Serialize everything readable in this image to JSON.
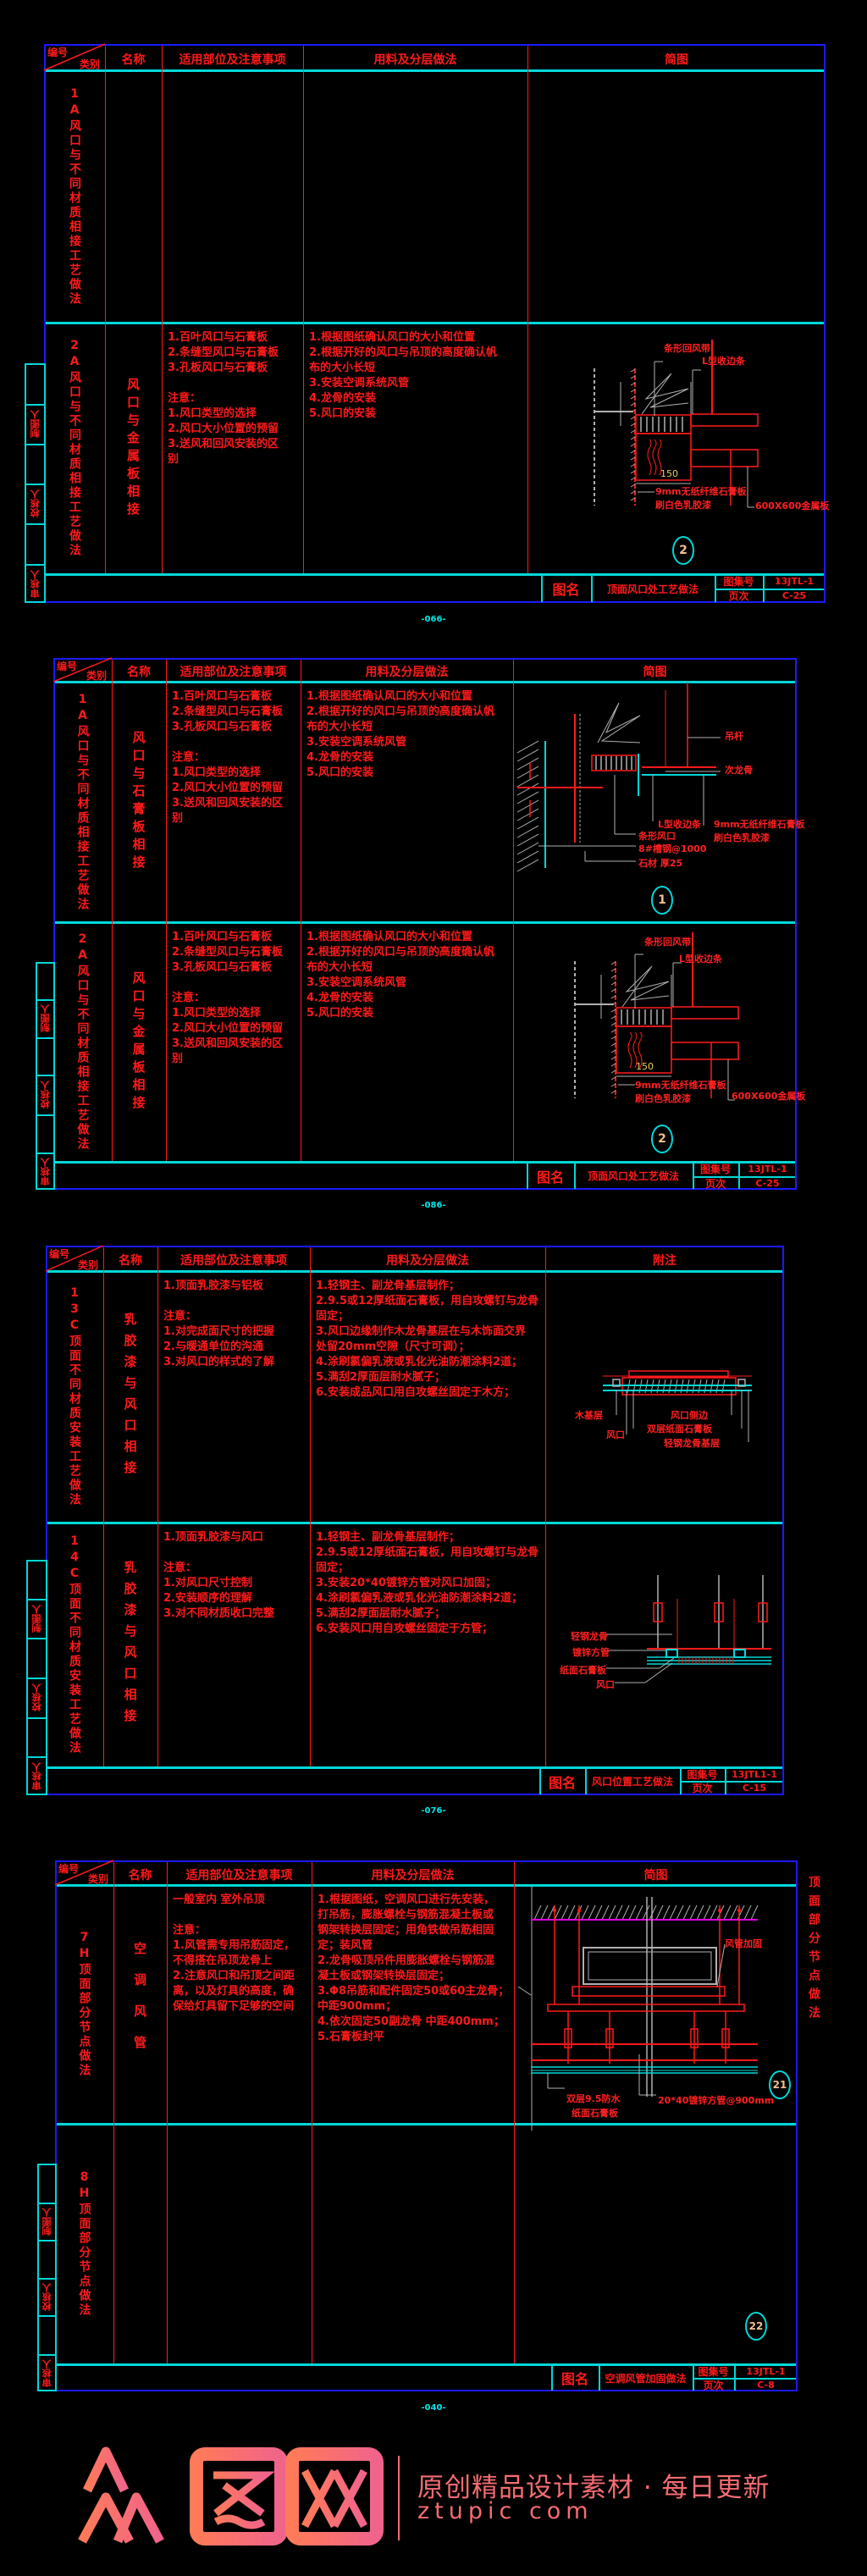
{
  "colors": {
    "line_red": "#ff1a1a",
    "line_cyan": "#00d8d8",
    "frame_blue": "#1a1aff",
    "watermark": "#f56c72"
  },
  "sheets": [
    {
      "header": {
        "code": "编号",
        "type": "类别",
        "name": "名称",
        "notes": "适用部位及注意事项",
        "method": "用料及分层做法",
        "figure": "简图"
      },
      "rows": [
        {
          "code": "1A风口与不同材质相接工艺做法",
          "name": "",
          "notes": [],
          "methods": [],
          "diagram": {
            "labels": [],
            "number": ""
          }
        },
        {
          "code": "2A风口与不同材质相接工艺做法",
          "name": "风口与金属板相接",
          "notes": [
            "1.百叶风口与石膏板",
            "2.条缝型风口与石膏板",
            "3.孔板风口与石膏板",
            "",
            "注意：",
            "1.风口类型的选择",
            "2.风口大小位置的预留",
            "3.送风和回风安装的区",
            "别"
          ],
          "methods": [
            "1.根据图纸确认风口的大小和位置",
            "2.根据开好的风口与吊顶的高度确认帆",
            "布的大小长短",
            "3.安装空调系统风管",
            "4.龙骨的安装",
            "5.风口的安装"
          ],
          "diagram": {
            "labels": [
              "条形回风带",
              "L型收边条",
              "150",
              "9mm无纸纤维石膏板",
              "刷白色乳胶漆",
              "600X600金属板"
            ],
            "number": "2"
          }
        }
      ],
      "title_block": {
        "name_label": "图名",
        "name": "顶面风口处工艺做法",
        "atlas_label": "图集号",
        "atlas": "13JTL-1",
        "page_label": "页次",
        "page": "C-25"
      },
      "side_labels": [
        "制图人",
        "校核人",
        "审核人"
      ],
      "page_number": "-066-"
    },
    {
      "header": {
        "code": "编号",
        "type": "类别",
        "name": "名称",
        "notes": "适用部位及注意事项",
        "method": "用料及分层做法",
        "figure": "简图"
      },
      "rows": [
        {
          "code": "1A风口与不同材质相接工艺做法",
          "name": "风口与石膏板相接",
          "notes": [
            "1.百叶风口与石膏板",
            "2.条缝型风口与石膏板",
            "3.孔板风口与石膏板",
            "",
            "注意：",
            "1.风口类型的选择",
            "2.风口大小位置的预留",
            "3.送风和回风安装的区",
            "别"
          ],
          "methods": [
            "1.根据图纸确认风口的大小和位置",
            "2.根据开好的风口与吊顶的高度确认帆",
            "布的大小长短",
            "3.安装空调系统风管",
            "4.龙骨的安装",
            "5.风口的安装"
          ],
          "diagram": {
            "labels": [
              "吊杆",
              "次龙骨",
              "L型收边条",
              "9mm无纸纤维石膏板",
              "刷白色乳胶漆",
              "条形风口",
              "8#槽钢@1000",
              "石材 厚25"
            ],
            "number": "1"
          }
        },
        {
          "code": "2A风口与不同材质相接工艺做法",
          "name": "风口与金属板相接",
          "notes": [
            "1.百叶风口与石膏板",
            "2.条缝型风口与石膏板",
            "3.孔板风口与石膏板",
            "",
            "注意：",
            "1.风口类型的选择",
            "2.风口大小位置的预留",
            "3.送风和回风安装的区",
            "别"
          ],
          "methods": [
            "1.根据图纸确认风口的大小和位置",
            "2.根据开好的风口与吊顶的高度确认帆",
            "布的大小长短",
            "3.安装空调系统风管",
            "4.龙骨的安装",
            "5.风口的安装"
          ],
          "diagram": {
            "labels": [
              "条形回风带",
              "L型收边条",
              "150",
              "9mm无纸纤维石膏板",
              "刷白色乳胶漆",
              "600X600金属板"
            ],
            "number": "2"
          }
        }
      ],
      "title_block": {
        "name_label": "图名",
        "name": "顶面风口处工艺做法",
        "atlas_label": "图集号",
        "atlas": "13JTL-1",
        "page_label": "页次",
        "page": "C-25"
      },
      "side_labels": [
        "制图人",
        "校核人",
        "审核人"
      ],
      "page_number": "-086-"
    },
    {
      "header": {
        "code": "编号",
        "type": "类别",
        "name": "名称",
        "notes": "适用部位及注意事项",
        "method": "用料及分层做法",
        "figure": "附注"
      },
      "rows": [
        {
          "code": "13C顶面不同材质安装工艺做法",
          "name": "乳胶漆与风口相接",
          "notes": [
            "1.顶面乳胶漆与铝板",
            "",
            "注意：",
            "1.对完成面尺寸的把握",
            "2.与暖通单位的沟通",
            "3.对风口的样式的了解"
          ],
          "methods": [
            "1.轻钢主、副龙骨基层制作；",
            "2.9.5或12厚纸面石膏板，用自攻螺钉与龙骨",
            "固定；",
            "3.风口边缘制作木龙骨基层在与木饰面交界",
            "处留20mm空隙（尺寸可调）；",
            "4.涂刷氯偏乳液或乳化光油防潮涂料2道；",
            "5.满刮2厚面层耐水腻子；",
            "6.安装成品风口用自攻螺丝固定于木方；"
          ],
          "diagram": {
            "labels": [
              "木基层",
              "风口侧边",
              "双层纸面石膏板",
              "风口",
              "轻钢龙骨基层"
            ],
            "number": ""
          }
        },
        {
          "code": "14C顶面不同材质安装工艺做法",
          "name": "乳胶漆与风口相接",
          "notes": [
            "1.顶面乳胶漆与风口",
            "",
            "注意：",
            "1.对风口尺寸控制",
            "2.安装顺序的理解",
            "3.对不同材质收口完整"
          ],
          "methods": [
            "1.轻钢主、副龙骨基层制作；",
            "2.9.5或12厚纸面石膏板，用自攻螺钉与龙骨",
            "固定；",
            "3.安装20*40镀锌方管对风口加固；",
            "4.涂刷氯偏乳液或乳化光油防潮涂料2道；",
            "5.满刮2厚面层耐水腻子；",
            "6.安装风口用自攻螺丝固定于方管；"
          ],
          "diagram": {
            "labels": [
              "轻钢龙骨",
              "镀锌方管",
              "纸面石膏板",
              "风口"
            ],
            "number": ""
          }
        }
      ],
      "title_block": {
        "name_label": "图名",
        "name": "风口位置工艺做法",
        "atlas_label": "图集号",
        "atlas": "13JTL1-1",
        "page_label": "页次",
        "page": "C-15"
      },
      "side_labels": [
        "制图人",
        "校核人",
        "审核人"
      ],
      "page_number": "-076-"
    },
    {
      "header": {
        "code": "编号",
        "type": "类别",
        "name": "名称",
        "notes": "适用部位及注意事项",
        "method": "用料及分层做法",
        "figure": "简图"
      },
      "rows": [
        {
          "code": "7H顶面部分节点做法",
          "name": "空调风管",
          "notes": [
            "一般室内 室外吊顶",
            "",
            "注意：",
            "1.风管需专用吊筋固定，",
            "不得搭在吊顶龙骨上",
            "2.注意风口和吊顶之间距",
            "离，以及灯具的高度，确",
            "保给灯具留下足够的空间"
          ],
          "methods": [
            "1.根据图纸，空调风口进行先安装，",
            "打吊筋，膨胀螺栓与钢筋混凝土板或",
            "钢架转换层固定；用角铁做吊筋相固",
            "定；装风管",
            "2.龙骨吸顶吊件用膨胀螺栓与钢筋混",
            "凝土板或钢架转换层固定；",
            "3.Φ8吊筋和配件固定50或60主龙骨；",
            "中距900mm；",
            "4.依次固定50副龙骨 中距400mm；",
            "5.石膏板封平"
          ],
          "diagram": {
            "labels": [
              "风管加固",
              "双层9.5防水",
              "纸面石膏板",
              "20*40镀锌方管@900mm"
            ],
            "number": "21"
          }
        },
        {
          "code": "8H顶面部分节点做法",
          "name": "",
          "notes": [],
          "methods": [],
          "diagram": {
            "labels": [],
            "number": "22"
          }
        }
      ],
      "title_block": {
        "name_label": "图名",
        "name": "空调风管加固做法",
        "atlas_label": "图集号",
        "atlas": "13JTL-1",
        "page_label": "页次",
        "page": "C-8"
      },
      "side_labels": [
        "制图人",
        "校核人",
        "审核人"
      ],
      "page_number": "-040-"
    }
  ],
  "side_note": "顶面部分节点做法",
  "watermark": {
    "logo": "众图网",
    "tagline": "原创精品设计素材 · 每日更新",
    "url": "ztupic com"
  }
}
